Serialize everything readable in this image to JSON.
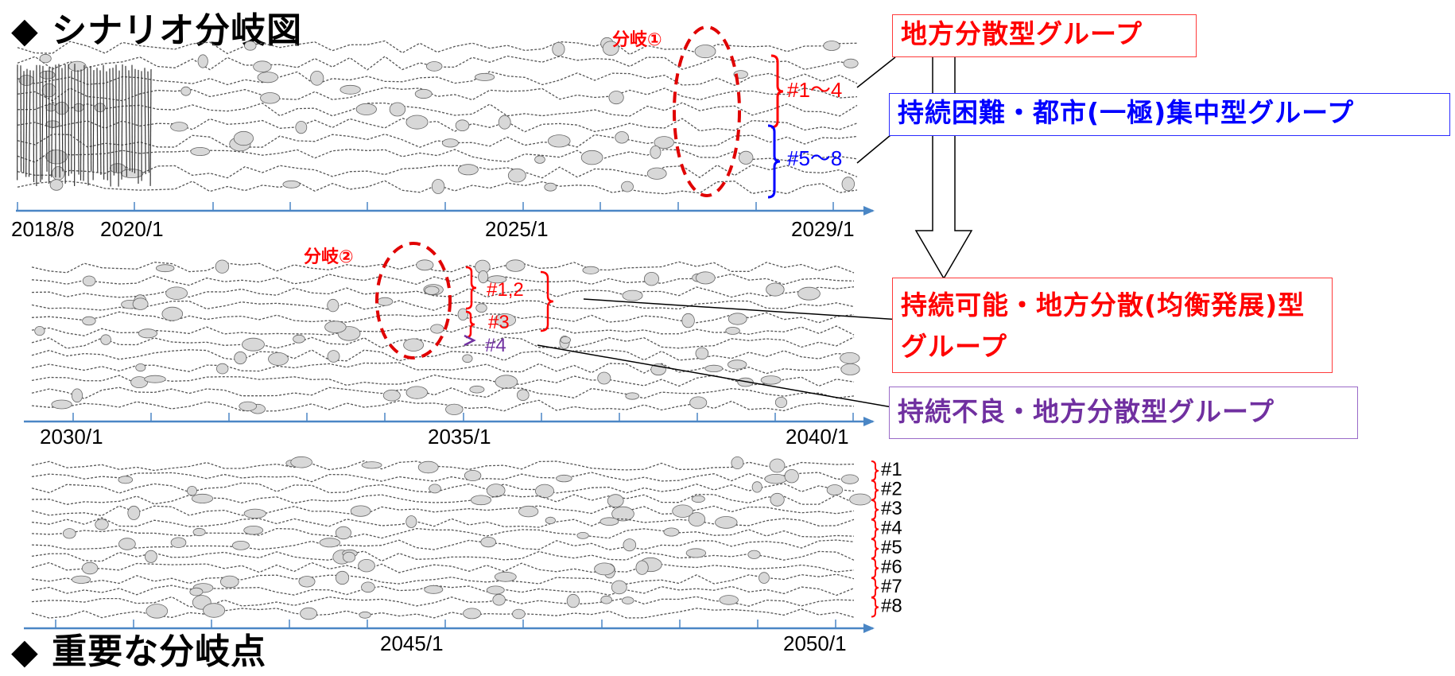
{
  "title": "◆ シナリオ分岐図",
  "next_section_title": "◆ 重要な分岐点",
  "timelines": [
    {
      "ticks": [
        "2018/8",
        "2020/1",
        "2025/1",
        "2029/1"
      ]
    },
    {
      "ticks": [
        "2030/1",
        "2035/1",
        "2040/1"
      ]
    },
    {
      "ticks": [
        "2045/1",
        "2050/1"
      ]
    }
  ],
  "branch_points": [
    {
      "label": "分岐①"
    },
    {
      "label": "分岐②"
    }
  ],
  "bracket_labels": {
    "b1_upper": "#1〜4",
    "b1_lower": "#5〜8",
    "b2_upper": "#1,2",
    "b2_mid": "#3",
    "b2_lower": "#4"
  },
  "final_labels": [
    "#1",
    "#2",
    "#3",
    "#4",
    "#5",
    "#6",
    "#7",
    "#8"
  ],
  "groups": {
    "local_dispersed": "地方分散型グループ",
    "urban_concentrated": "持続困難・都市(一極)集中型グループ",
    "sustainable_line1": "持続可能・地方分散(均衡発展)型",
    "sustainable_line2": "グループ",
    "poor_dispersed": "持続不良・地方分散型グループ"
  },
  "colors": {
    "red": "#ff0000",
    "blue": "#0000ff",
    "purple": "#7030a0",
    "axis": "#4a86c5",
    "strands": "#555555"
  }
}
